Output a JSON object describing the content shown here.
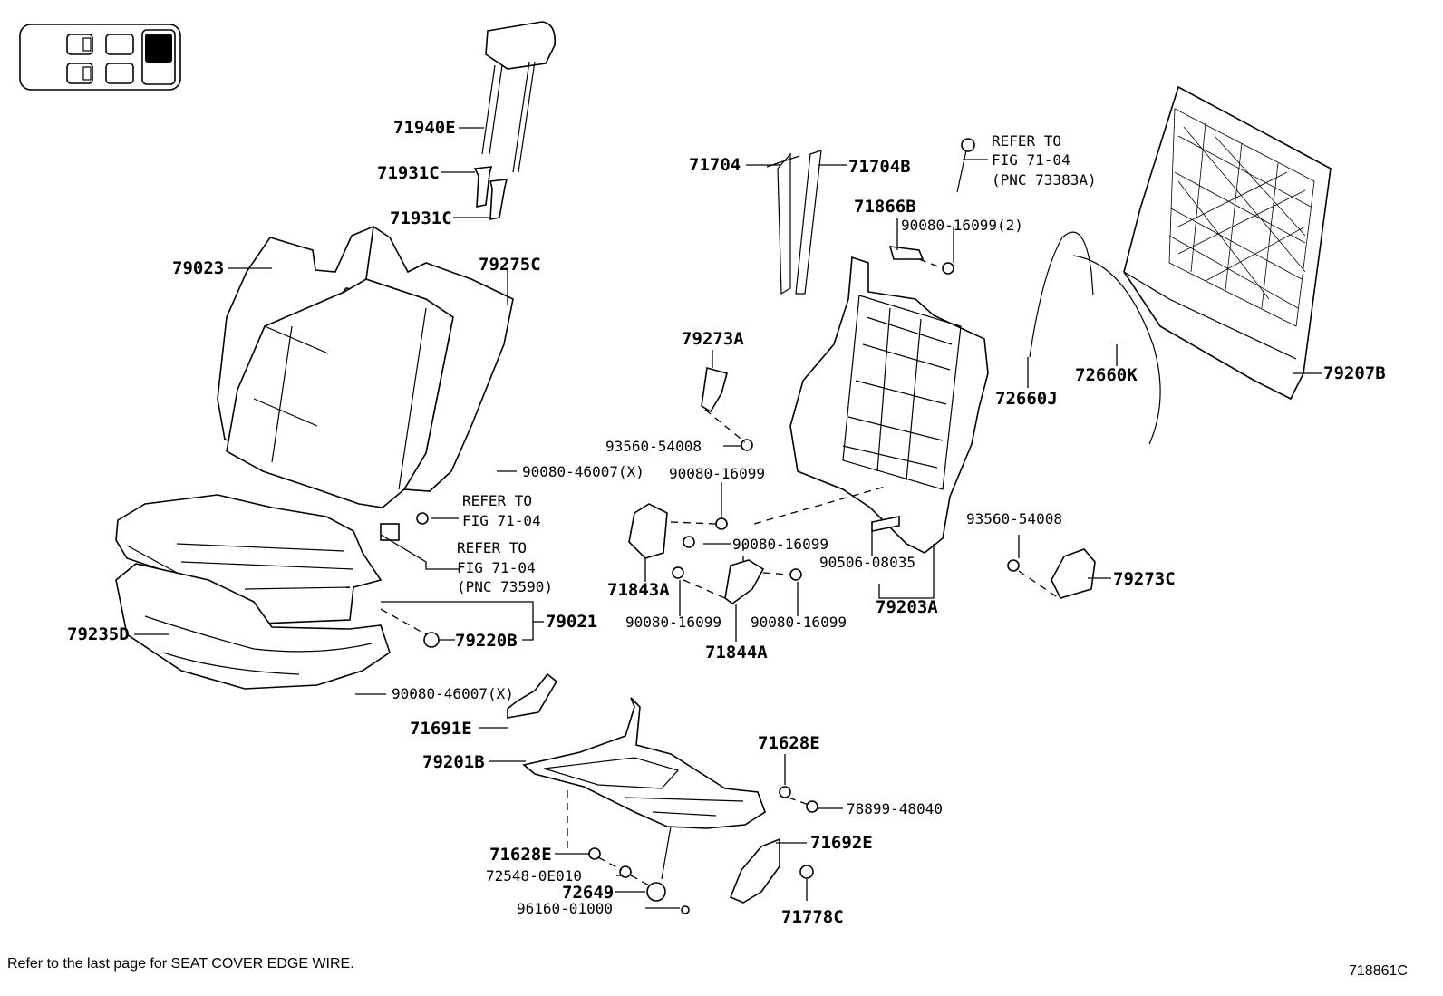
{
  "labels": {
    "p71940E": "71940E",
    "p71931C_a": "71931C",
    "p71931C_b": "71931C",
    "p79023": "79023",
    "p79275C": "79275C",
    "p71704": "71704",
    "p71704B": "71704B",
    "p71866B": "71866B",
    "p90080_16099_2": "90080-16099(2)",
    "p79273A": "79273A",
    "p93560_54008_a": "93560-54008",
    "p90080_46007_a": "90080-46007(X)",
    "p90080_16099_a": "90080-16099",
    "p90080_16099_b": "90080-16099",
    "p90080_16099_c": "90080-16099",
    "p90080_16099_d": "90080-16099",
    "p71843A": "71843A",
    "p71844A": "71844A",
    "p90506_08035": "90506-08035",
    "p79203A": "79203A",
    "p93560_54008_b": "93560-54008",
    "p79273C": "79273C",
    "p72660J": "72660J",
    "p72660K": "72660K",
    "p79207B": "79207B",
    "p79235D": "79235D",
    "p79220B": "79220B",
    "p79021": "79021",
    "p90080_46007_b": "90080-46007(X)",
    "p71691E": "71691E",
    "p79201B": "79201B",
    "p71628E_a": "71628E",
    "p78899_48040": "78899-48040",
    "p71628E_b": "71628E",
    "p72548_0E010": "72548-0E010",
    "p72649": "72649",
    "p96160_01000": "96160-01000",
    "p71692E": "71692E",
    "p71778C": "71778C"
  },
  "refs": {
    "top": [
      "REFER TO",
      "FIG 71-04",
      "(PNC 73383A)"
    ],
    "mid": [
      "REFER TO",
      "FIG 71-04"
    ],
    "low": [
      "REFER TO",
      "FIG 71-04",
      "(PNC 73590)"
    ]
  },
  "footer": {
    "note": "Refer to the last page for SEAT COVER EDGE WIRE.",
    "code": "718861C"
  },
  "icons": {
    "locator": "seat-position-locator-icon"
  }
}
